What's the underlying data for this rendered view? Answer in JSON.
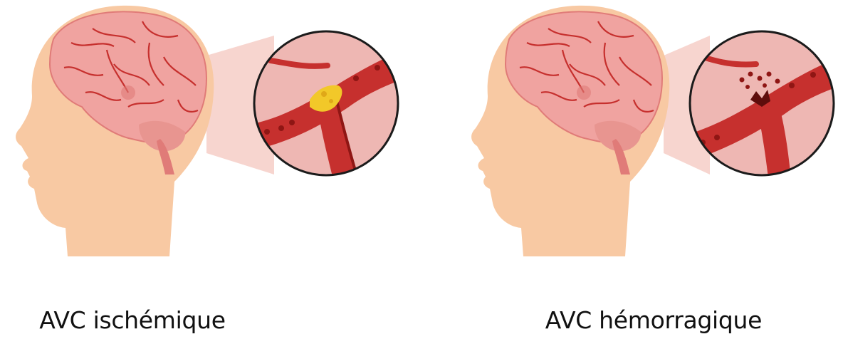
{
  "panels": [
    {
      "caption": "AVC ischémique"
    },
    {
      "caption": "AVC hémorragique"
    }
  ],
  "colors": {
    "skin": "#f8c9a3",
    "skin_dark": "#f1b184",
    "brain": "#f0a3a0",
    "brain_dark": "#e07b78",
    "vessel": "#c6302e",
    "vessel_dark": "#8f1614",
    "magnifier_bg": "#eeb7b3",
    "plaque": "#f2c829"
  },
  "icons": [
    "head-silhouette",
    "brain-illustration",
    "magnifier-circle",
    "blood-clot",
    "vessel-rupture"
  ]
}
